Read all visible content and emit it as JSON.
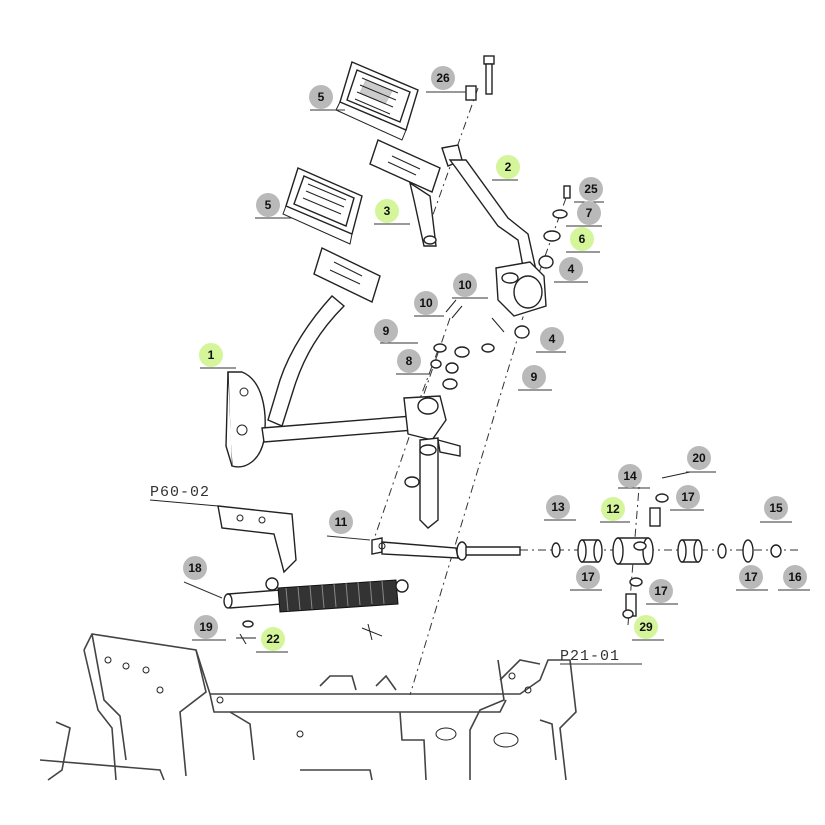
{
  "references": {
    "p60": "P60-02",
    "p21": "P21-01"
  },
  "callouts": [
    {
      "id": "c26",
      "label": "26",
      "highlight": false
    },
    {
      "id": "c5a",
      "label": "5",
      "highlight": false
    },
    {
      "id": "c2",
      "label": "2",
      "highlight": true
    },
    {
      "id": "c25",
      "label": "25",
      "highlight": false
    },
    {
      "id": "c7",
      "label": "7",
      "highlight": false
    },
    {
      "id": "c5b",
      "label": "5",
      "highlight": false
    },
    {
      "id": "c3",
      "label": "3",
      "highlight": true
    },
    {
      "id": "c6",
      "label": "6",
      "highlight": true
    },
    {
      "id": "c4a",
      "label": "4",
      "highlight": false
    },
    {
      "id": "c10a",
      "label": "10",
      "highlight": false
    },
    {
      "id": "c10b",
      "label": "10",
      "highlight": false
    },
    {
      "id": "c4b",
      "label": "4",
      "highlight": false
    },
    {
      "id": "c9a",
      "label": "9",
      "highlight": false
    },
    {
      "id": "c1",
      "label": "1",
      "highlight": true
    },
    {
      "id": "c8",
      "label": "8",
      "highlight": false
    },
    {
      "id": "c9b",
      "label": "9",
      "highlight": false
    },
    {
      "id": "c20",
      "label": "20",
      "highlight": false
    },
    {
      "id": "c14",
      "label": "14",
      "highlight": false
    },
    {
      "id": "c17a",
      "label": "17",
      "highlight": false
    },
    {
      "id": "c13",
      "label": "13",
      "highlight": false
    },
    {
      "id": "c12",
      "label": "12",
      "highlight": true
    },
    {
      "id": "c15",
      "label": "15",
      "highlight": false
    },
    {
      "id": "c11",
      "label": "11",
      "highlight": false
    },
    {
      "id": "c18",
      "label": "18",
      "highlight": false
    },
    {
      "id": "c17b",
      "label": "17",
      "highlight": false
    },
    {
      "id": "c17c",
      "label": "17",
      "highlight": false
    },
    {
      "id": "c16",
      "label": "16",
      "highlight": false
    },
    {
      "id": "c17d",
      "label": "17",
      "highlight": false
    },
    {
      "id": "c19",
      "label": "19",
      "highlight": false
    },
    {
      "id": "c22",
      "label": "22",
      "highlight": true
    },
    {
      "id": "c29",
      "label": "29",
      "highlight": true
    }
  ],
  "colors": {
    "callout_grey": "#b9b9b9",
    "callout_green": "#d4f59a",
    "line": "#222222"
  }
}
